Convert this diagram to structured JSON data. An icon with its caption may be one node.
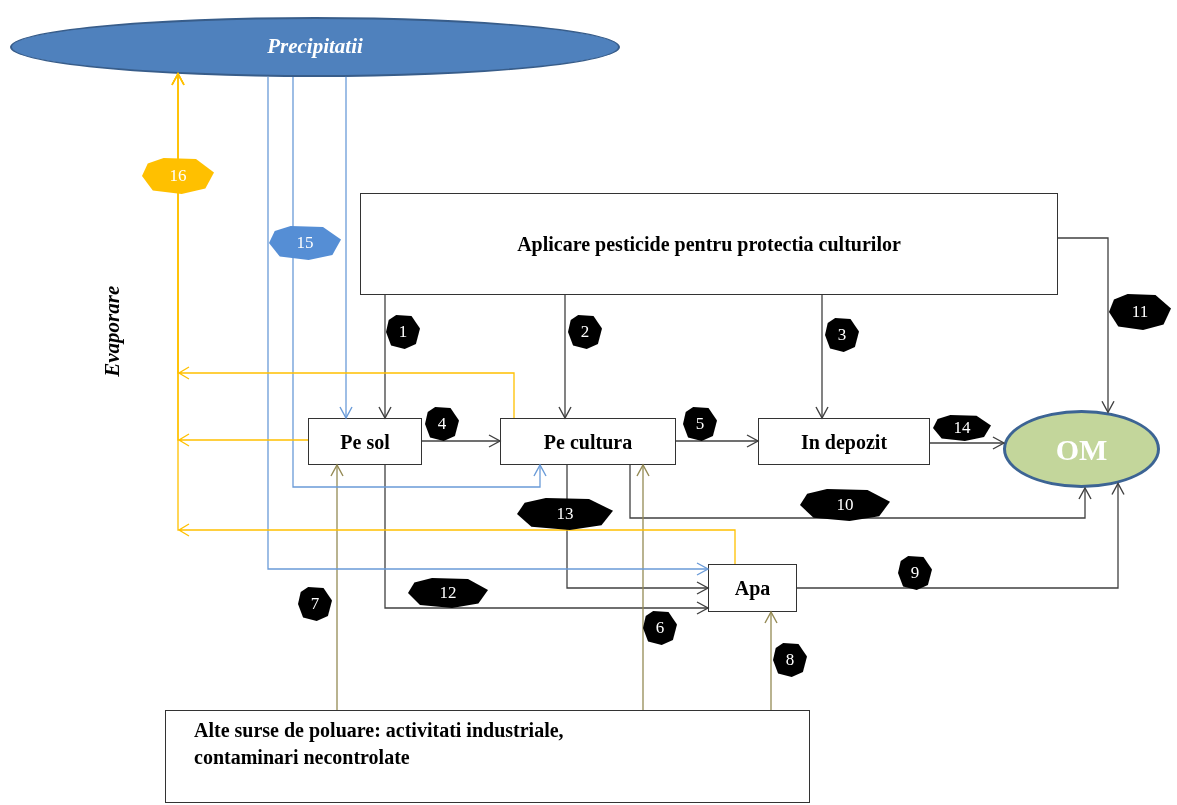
{
  "diagram": {
    "nodes": [
      {
        "text": [
          "Precipitatii"
        ]
      },
      {
        "text": [
          "Aplicare pesticide pentru protectia culturilor"
        ]
      },
      {
        "text": [
          "Pe sol"
        ]
      },
      {
        "text": [
          "Pe cultura"
        ]
      },
      {
        "text": [
          "In depozit"
        ]
      },
      {
        "text": [
          "OM"
        ]
      },
      {
        "text": [
          "Apa"
        ]
      },
      {
        "text": [
          "Alte surse de poluare: activitati industriale, contaminari necontrolate"
        ]
      }
    ],
    "edges": [
      {
        "from": 1,
        "to": 2,
        "arrow": "to",
        "label": "1"
      },
      {
        "from": 1,
        "to": 3,
        "arrow": "to",
        "label": "2"
      },
      {
        "from": 1,
        "to": 4,
        "arrow": "to",
        "label": "3"
      },
      {
        "from": 1,
        "to": 5,
        "arrow": "to",
        "label": "11"
      },
      {
        "from": 2,
        "to": 3,
        "arrow": "to",
        "label": "4"
      },
      {
        "from": 3,
        "to": 4,
        "arrow": "to",
        "label": "5"
      },
      {
        "from": 4,
        "to": 5,
        "arrow": "to",
        "label": "14"
      },
      {
        "from": 3,
        "to": 5,
        "arrow": "to",
        "label": "10"
      },
      {
        "from": 2,
        "to": 6,
        "arrow": "to",
        "label": "12"
      },
      {
        "from": 3,
        "to": 6,
        "arrow": "to",
        "label": "13"
      },
      {
        "from": 6,
        "to": 5,
        "arrow": "to",
        "label": "9"
      },
      {
        "from": 7,
        "to": 2,
        "arrow": "to",
        "label": "7",
        "color": "#948a54"
      },
      {
        "from": 7,
        "to": 3,
        "arrow": "to",
        "label": "6",
        "color": "#948a54"
      },
      {
        "from": 7,
        "to": 6,
        "arrow": "to",
        "label": "8",
        "color": "#948a54"
      },
      {
        "from": 0,
        "to": 2,
        "arrow": "to",
        "color": "#6a9bd8"
      },
      {
        "from": 0,
        "to": 3,
        "arrow": "to",
        "label": "15",
        "color": "#6a9bd8"
      },
      {
        "from": 0,
        "to": 6,
        "arrow": "to",
        "color": "#6a9bd8"
      },
      {
        "from": 2,
        "to": 0,
        "arrow": "to",
        "color": "#ffc000"
      },
      {
        "from": 3,
        "to": 0,
        "arrow": "to",
        "label": "16",
        "color": "#ffc000"
      },
      {
        "from": 6,
        "to": 0,
        "arrow": "to",
        "color": "#ffc000"
      }
    ],
    "labels": [
      "Evaporare"
    ]
  }
}
